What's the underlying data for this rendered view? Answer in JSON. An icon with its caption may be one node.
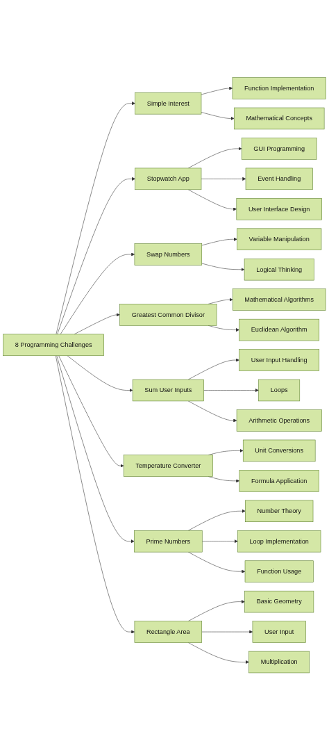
{
  "diagram": {
    "nodes": [
      {
        "text": [
          "8 Programming Challenges"
        ]
      },
      {
        "text": [
          "Simple Interest"
        ]
      },
      {
        "text": [
          "Function Implementation"
        ]
      },
      {
        "text": [
          "Mathematical Concepts"
        ]
      },
      {
        "text": [
          "Stopwatch App"
        ]
      },
      {
        "text": [
          "GUI Programming"
        ]
      },
      {
        "text": [
          "Event Handling"
        ]
      },
      {
        "text": [
          "User Interface Design"
        ]
      },
      {
        "text": [
          "Swap Numbers"
        ]
      },
      {
        "text": [
          "Variable Manipulation"
        ]
      },
      {
        "text": [
          "Logical Thinking"
        ]
      },
      {
        "text": [
          "Greatest Common Divisor"
        ]
      },
      {
        "text": [
          "Mathematical Algorithms"
        ]
      },
      {
        "text": [
          "Euclidean Algorithm"
        ]
      },
      {
        "text": [
          "Sum User Inputs"
        ]
      },
      {
        "text": [
          "User Input Handling"
        ]
      },
      {
        "text": [
          "Loops"
        ]
      },
      {
        "text": [
          "Arithmetic Operations"
        ]
      },
      {
        "text": [
          "Temperature Converter"
        ]
      },
      {
        "text": [
          "Unit Conversions"
        ]
      },
      {
        "text": [
          "Formula Application"
        ]
      },
      {
        "text": [
          "Prime Numbers"
        ]
      },
      {
        "text": [
          "Number Theory"
        ]
      },
      {
        "text": [
          "Loop Implementation"
        ]
      },
      {
        "text": [
          "Function Usage"
        ]
      },
      {
        "text": [
          "Rectangle Area"
        ]
      },
      {
        "text": [
          "Basic Geometry"
        ]
      },
      {
        "text": [
          "User Input"
        ]
      },
      {
        "text": [
          "Multiplication"
        ]
      }
    ],
    "edges": [
      {
        "from": 0,
        "to": 1,
        "arrow": "to"
      },
      {
        "from": 1,
        "to": 2,
        "arrow": "to"
      },
      {
        "from": 1,
        "to": 3,
        "arrow": "to"
      },
      {
        "from": 0,
        "to": 4,
        "arrow": "to"
      },
      {
        "from": 4,
        "to": 5,
        "arrow": "to"
      },
      {
        "from": 4,
        "to": 6,
        "arrow": "to"
      },
      {
        "from": 4,
        "to": 7,
        "arrow": "to"
      },
      {
        "from": 0,
        "to": 8,
        "arrow": "to"
      },
      {
        "from": 8,
        "to": 9,
        "arrow": "to"
      },
      {
        "from": 8,
        "to": 10,
        "arrow": "to"
      },
      {
        "from": 0,
        "to": 11,
        "arrow": "to"
      },
      {
        "from": 11,
        "to": 12,
        "arrow": "to"
      },
      {
        "from": 11,
        "to": 13,
        "arrow": "to"
      },
      {
        "from": 0,
        "to": 14,
        "arrow": "to"
      },
      {
        "from": 14,
        "to": 15,
        "arrow": "to"
      },
      {
        "from": 14,
        "to": 16,
        "arrow": "to"
      },
      {
        "from": 14,
        "to": 17,
        "arrow": "to"
      },
      {
        "from": 0,
        "to": 18,
        "arrow": "to"
      },
      {
        "from": 18,
        "to": 19,
        "arrow": "to"
      },
      {
        "from": 18,
        "to": 20,
        "arrow": "to"
      },
      {
        "from": 0,
        "to": 21,
        "arrow": "to"
      },
      {
        "from": 21,
        "to": 22,
        "arrow": "to"
      },
      {
        "from": 21,
        "to": 23,
        "arrow": "to"
      },
      {
        "from": 21,
        "to": 24,
        "arrow": "to"
      },
      {
        "from": 0,
        "to": 25,
        "arrow": "to"
      },
      {
        "from": 25,
        "to": 26,
        "arrow": "to"
      },
      {
        "from": 25,
        "to": 27,
        "arrow": "to"
      },
      {
        "from": 25,
        "to": 28,
        "arrow": "to"
      }
    ]
  }
}
